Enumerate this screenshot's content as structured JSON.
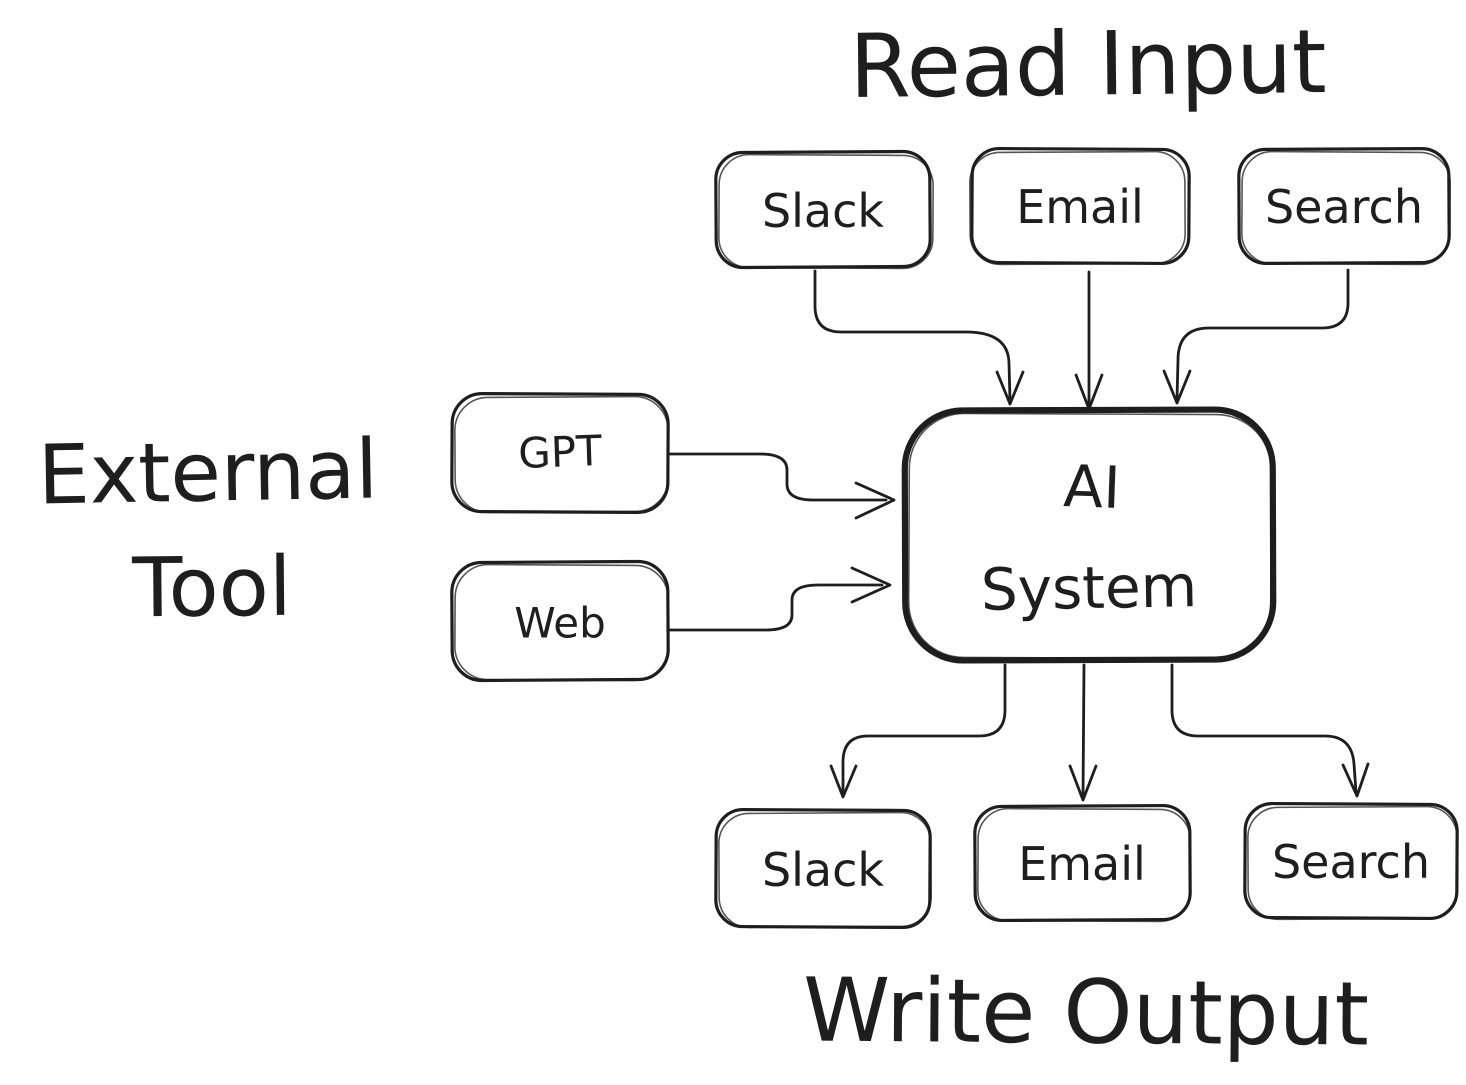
{
  "diagram": {
    "read_input_title": "Read Input",
    "write_output_title": "Write Output",
    "external_tool_label": {
      "line1": "External",
      "line2": "Tool"
    },
    "ai_system": {
      "line1": "AI",
      "line2": "System"
    },
    "input_nodes": [
      {
        "label": "Slack"
      },
      {
        "label": "Email"
      },
      {
        "label": "Search"
      }
    ],
    "tool_nodes": [
      {
        "label": "GPT"
      },
      {
        "label": "Web"
      }
    ],
    "output_nodes": [
      {
        "label": "Slack"
      },
      {
        "label": "Email"
      },
      {
        "label": "Search"
      }
    ],
    "connections": [
      {
        "from": "Slack (input)",
        "to": "AI System"
      },
      {
        "from": "Email (input)",
        "to": "AI System"
      },
      {
        "from": "Search (input)",
        "to": "AI System"
      },
      {
        "from": "GPT",
        "to": "AI System"
      },
      {
        "from": "Web",
        "to": "AI System"
      },
      {
        "from": "AI System",
        "to": "Slack (output)"
      },
      {
        "from": "AI System",
        "to": "Email (output)"
      },
      {
        "from": "AI System",
        "to": "Search (output)"
      }
    ],
    "colors": {
      "stroke": "#1e1e1e",
      "background": "#ffffff"
    }
  }
}
